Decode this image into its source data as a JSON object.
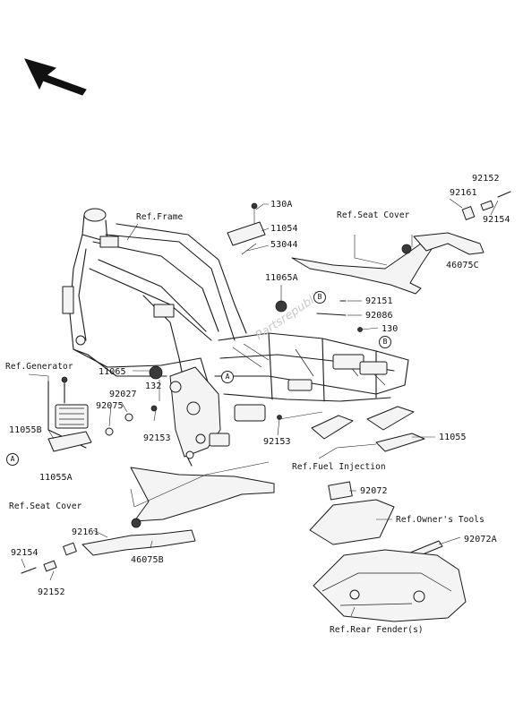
{
  "diagram": {
    "title": "",
    "labels": {
      "l92152a": "92152",
      "l92161a": "92161",
      "l92154a": "92154",
      "l46075c": "46075C",
      "l130a": "130A",
      "l11054": "11054",
      "l53044": "53044",
      "l11065a": "11065A",
      "l92151": "92151",
      "l92086": "92086",
      "l130": "130",
      "l11065": "11065",
      "l132": "132",
      "l92027": "92027",
      "l92075": "92075",
      "l11055b": "11055B",
      "l92153a": "92153",
      "l92153b": "92153",
      "l11055a": "11055A",
      "l11055": "11055",
      "l92072": "92072",
      "l92072a": "92072A",
      "l92161b": "92161",
      "l92154b": "92154",
      "l92152b": "92152",
      "l46075b": "46075B"
    },
    "references": {
      "frame": "Ref.Frame",
      "seat_cover_top": "Ref.Seat Cover",
      "generator": "Ref.Generator",
      "fuel_injection": "Ref.Fuel Injection",
      "seat_cover_bottom": "Ref.Seat Cover",
      "owners_tools": "Ref.Owner's Tools",
      "rear_fender": "Ref.Rear Fender(s)"
    },
    "markers": {
      "a_left": "A",
      "a_frame": "A",
      "b_top": "B",
      "b_right": "B"
    },
    "watermark": "Partsrepublik"
  }
}
